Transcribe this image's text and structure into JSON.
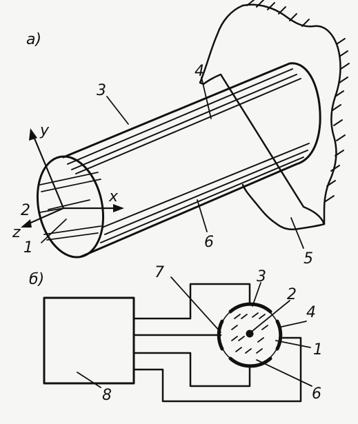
{
  "figure": {
    "panel_a_label": "а)",
    "panel_b_label": "б)",
    "axis_labels": {
      "y": "y",
      "x": "x",
      "z": "z"
    },
    "callouts_a": [
      "1",
      "2",
      "3",
      "4",
      "5",
      "6"
    ],
    "callouts_b": [
      "1",
      "2",
      "3",
      "4",
      "6",
      "7",
      "8"
    ],
    "colors": {
      "ink": "#111111",
      "paper": "#f6f6f4"
    }
  }
}
